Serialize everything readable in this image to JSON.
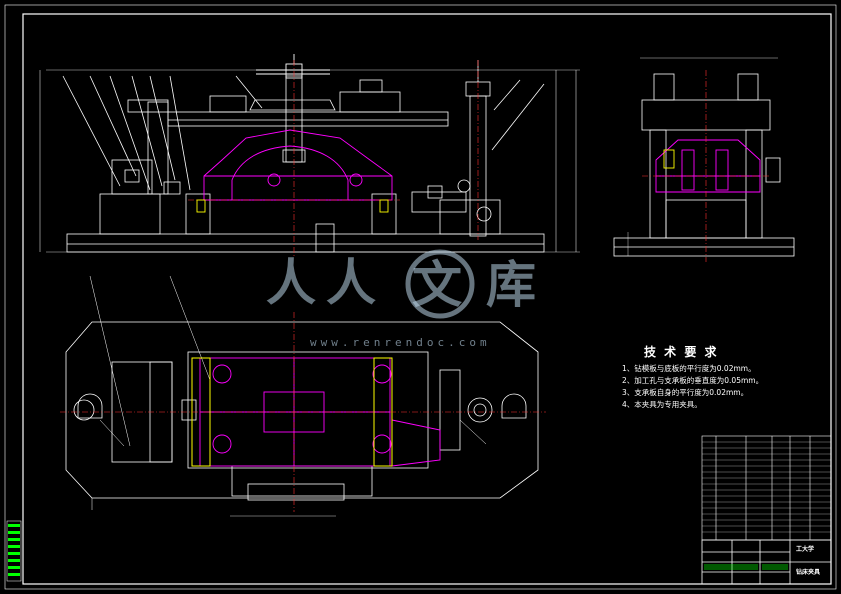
{
  "colors": {
    "background": "#000000",
    "line": "#ffffff",
    "section": "#ff00ff",
    "center": "#ff3030",
    "yellow": "#ffff00",
    "green": "#00ff00",
    "cyan": "#00ffff",
    "watermark": "#b9d3e6"
  },
  "watermark": {
    "chars": [
      "人",
      "人",
      "文",
      "库"
    ],
    "url": "www.renrendoc.com"
  },
  "tech_req": {
    "title": "技 术 要 求",
    "items": [
      "1、钻模板与底板的平行度为0.02mm。",
      "2、加工孔与支承板的垂直度为0.05mm。",
      "3、支承板自身的平行度为0.02mm。",
      "4、本夹具为专用夹具。"
    ]
  },
  "title_block": {
    "name_cell": "工大学",
    "drawing_name": "钻床夹具"
  }
}
